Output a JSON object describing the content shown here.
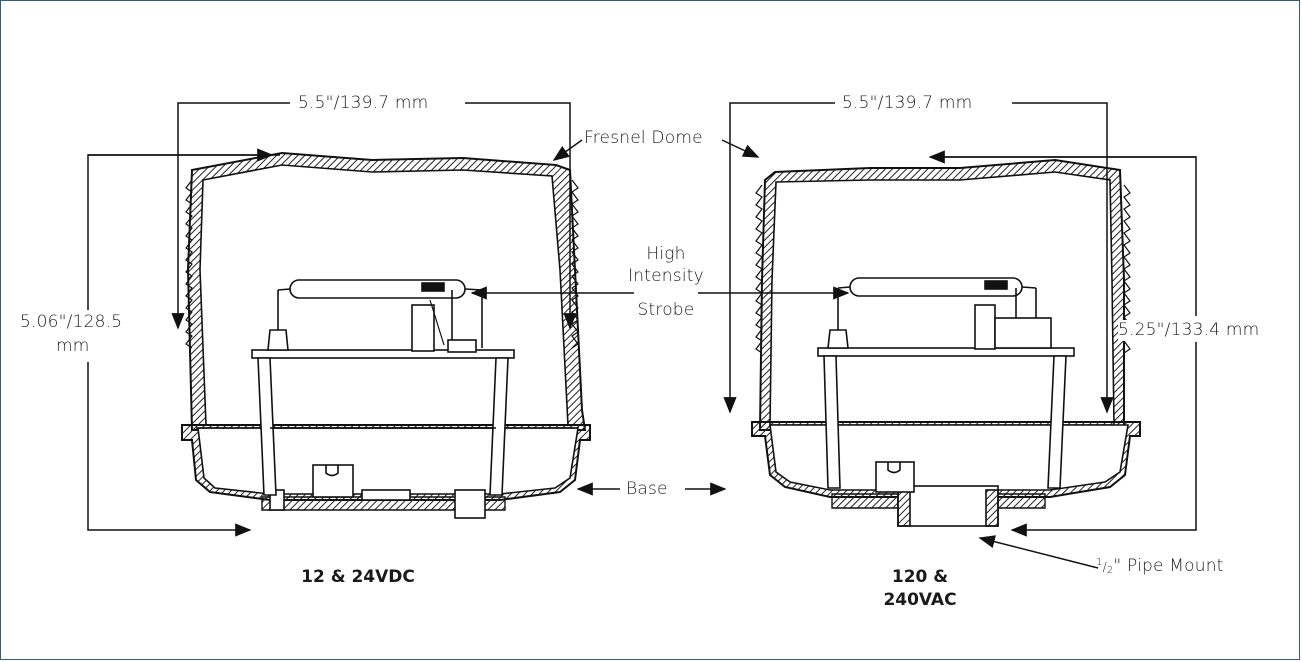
{
  "left_unit": {
    "width_dim": "5.5\"/139.7 mm",
    "height_dim_line1": "5.06\"/128.5",
    "height_dim_line2": "mm",
    "caption": "12 & 24VDC"
  },
  "right_unit": {
    "width_dim": "5.5\"/139.7 mm",
    "height_dim": "5.25\"/133.4 mm",
    "caption_line1": "120 &",
    "caption_line2": "240VAC"
  },
  "callouts": {
    "dome": "Fresnel Dome",
    "strobe_line1": "High",
    "strobe_line2": "Intensity",
    "strobe_line3": "Strobe",
    "base": "Base",
    "pipe_numerator": "1",
    "pipe_denominator": "2",
    "pipe_text": "\" Pipe Mount"
  }
}
